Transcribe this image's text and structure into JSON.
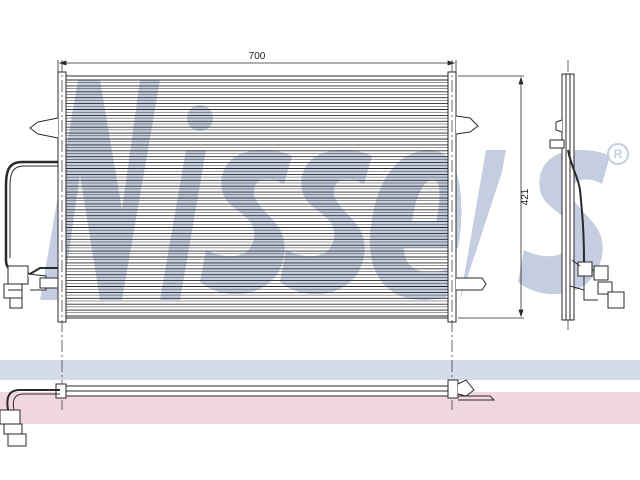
{
  "drawing": {
    "dimensions": {
      "width_label": "700",
      "height_label": "421"
    },
    "watermark": {
      "text": "Nissens",
      "trademark_symbol": "®",
      "colors": {
        "letters": "#c5cde0",
        "band_blue": "#d6dbeb",
        "band_red": "#f1d7de"
      }
    },
    "line_color": "#2a2a2a"
  }
}
